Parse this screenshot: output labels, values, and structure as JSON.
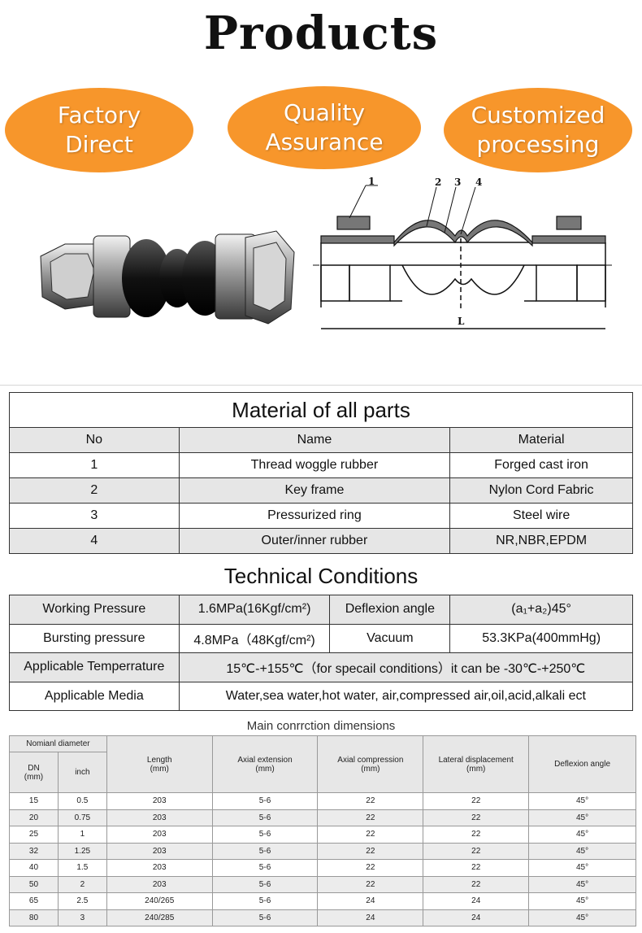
{
  "title": "Products",
  "badges": [
    {
      "line1": "Factory",
      "line2": "Direct"
    },
    {
      "line1": "Quality",
      "line2": "Assurance"
    },
    {
      "line1": "Customized",
      "line2": "processing"
    }
  ],
  "colors": {
    "badge": "#f7962b",
    "row_gray": "#e6e6e6"
  },
  "drawing_labels": {
    "p1": "1",
    "p2": "2",
    "p3": "3",
    "p4": "4",
    "length": "L"
  },
  "materials": {
    "heading": "Material of all parts",
    "columns": [
      "No",
      "Name",
      "Material"
    ],
    "rows": [
      [
        "1",
        "Thread woggle rubber",
        "Forged cast iron"
      ],
      [
        "2",
        "Key frame",
        "Nylon Cord Fabric"
      ],
      [
        "3",
        "Pressurized ring",
        "Steel wire"
      ],
      [
        "4",
        "Outer/inner rubber",
        "NR,NBR,EPDM"
      ]
    ]
  },
  "technical": {
    "heading": "Technical Conditions",
    "working_pressure_label": "Working Pressure",
    "working_pressure_value": "1.6MPa(16Kgf/cm²)",
    "deflexion_label": "Deflexion angle",
    "deflexion_value": "(a₁+a₂)45°",
    "bursting_label": "Bursting pressure",
    "bursting_value": "4.8MPa（48Kgf/cm²)",
    "vacuum_label": "Vacuum",
    "vacuum_value": "53.3KPa(400mmHg)",
    "temperature_label": "Applicable Temperrature",
    "temperature_value": "15℃-+155℃（for specail conditions）it can be -30℃-+250℃",
    "media_label": "Applicable Media",
    "media_value": "Water,sea water,hot water, air,compressed air,oil,acid,alkali ect"
  },
  "dimensions": {
    "heading": "Main conrrction dimensions",
    "nominal": "Nomianl diameter",
    "dn": "DN",
    "dn_unit": "(mm)",
    "inch": "inch",
    "length": "Length",
    "length_unit": "(mm)",
    "axial_ext": "Axial extension",
    "axial_ext_unit": "(mm)",
    "axial_comp": "Axial compression",
    "axial_comp_unit": "(mm)",
    "lateral": "Lateral displacement",
    "lateral_unit": "(mm)",
    "deflexion": "Deflexion angle",
    "rows": [
      [
        "15",
        "0.5",
        "203",
        "5-6",
        "22",
        "22",
        "45°"
      ],
      [
        "20",
        "0.75",
        "203",
        "5-6",
        "22",
        "22",
        "45°"
      ],
      [
        "25",
        "1",
        "203",
        "5-6",
        "22",
        "22",
        "45°"
      ],
      [
        "32",
        "1.25",
        "203",
        "5-6",
        "22",
        "22",
        "45°"
      ],
      [
        "40",
        "1.5",
        "203",
        "5-6",
        "22",
        "22",
        "45°"
      ],
      [
        "50",
        "2",
        "203",
        "5-6",
        "22",
        "22",
        "45°"
      ],
      [
        "65",
        "2.5",
        "240/265",
        "5-6",
        "24",
        "24",
        "45°"
      ],
      [
        "80",
        "3",
        "240/285",
        "5-6",
        "24",
        "24",
        "45°"
      ]
    ]
  }
}
